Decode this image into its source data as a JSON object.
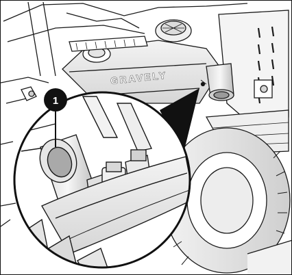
{
  "figure": {
    "brand_label": "GRAVELY",
    "callouts": [
      {
        "label": "1"
      }
    ],
    "colors": {
      "outline": "#111111",
      "light_gray": "#e9e9e9",
      "mid_gray": "#bfbfbf",
      "dark_gray": "#7a7a7a",
      "callout_fill": "#111111",
      "callout_text": "#ffffff"
    },
    "icons": [
      "magnifier-detail-circle",
      "callout-marker",
      "zoom-pointer-triangle"
    ]
  }
}
